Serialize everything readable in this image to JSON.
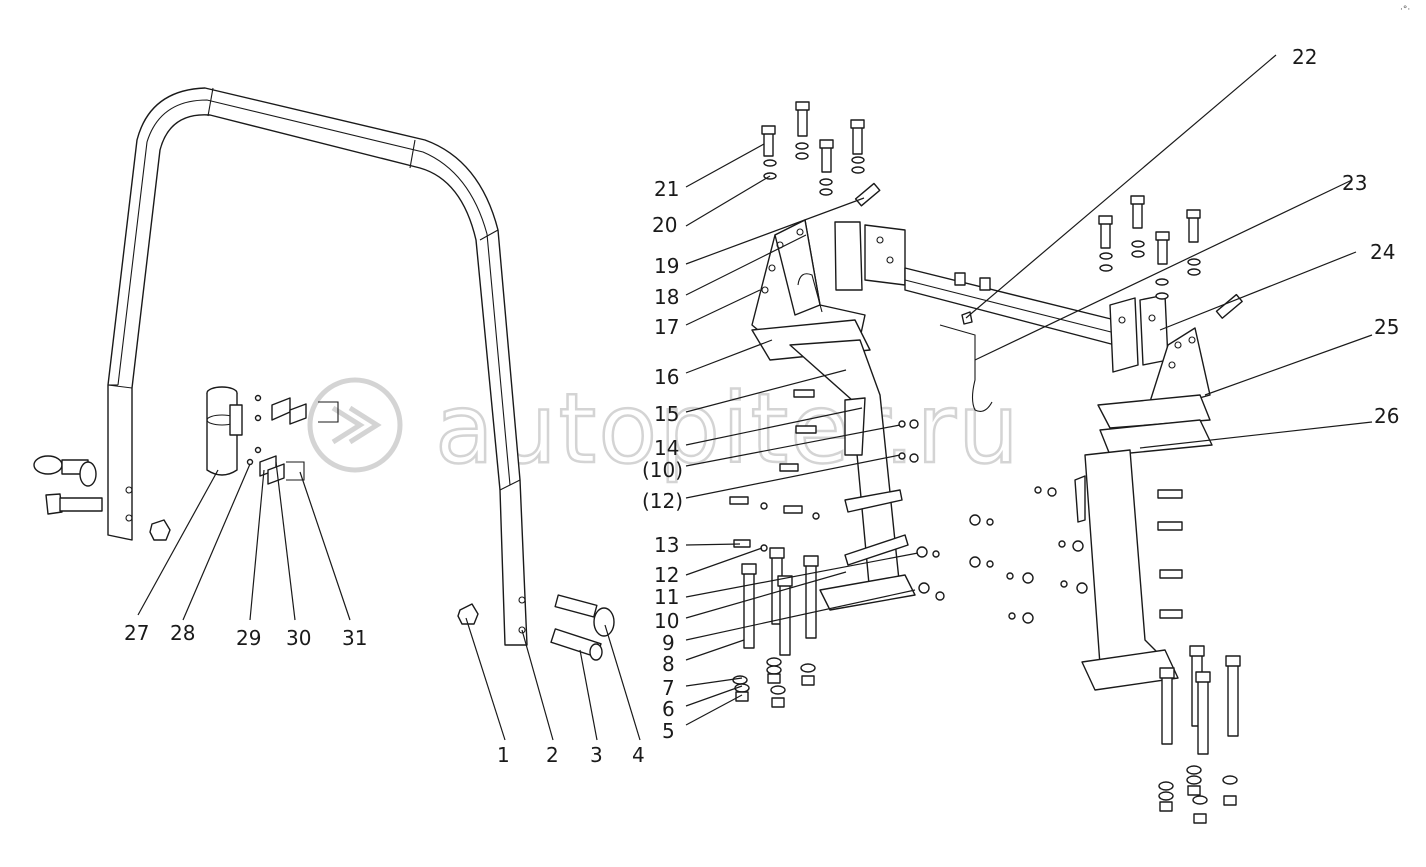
{
  "watermark": {
    "text": "autopiter.ru",
    "color": "#d4d4d4"
  },
  "corner_mark": "·°·",
  "labels": [
    "1",
    "2",
    "3",
    "4",
    "5",
    "6",
    "7",
    "8",
    "9",
    "10",
    "11",
    "12",
    "13",
    "(12)",
    "(10)",
    "14",
    "15",
    "16",
    "17",
    "18",
    "19",
    "20",
    "21",
    "22",
    "23",
    "24",
    "25",
    "26",
    "27",
    "28",
    "29",
    "30",
    "31"
  ],
  "colors": {
    "line": "#1a1a1a",
    "background": "#ffffff"
  }
}
